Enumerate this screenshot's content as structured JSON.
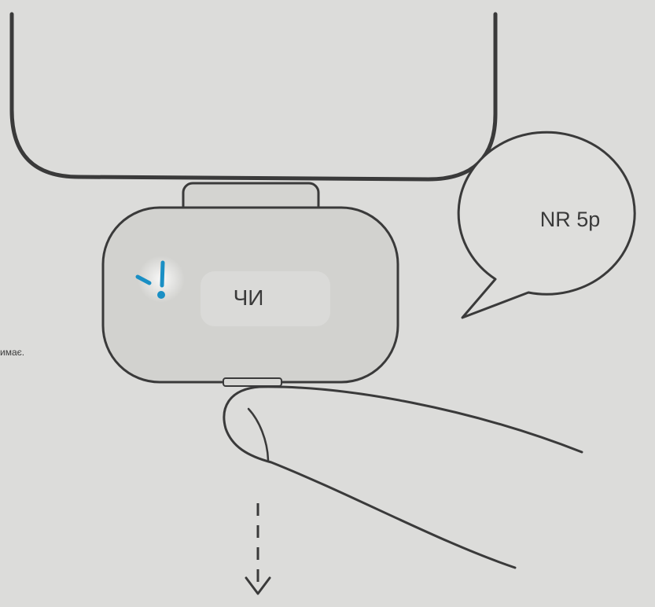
{
  "figure": {
    "module_label": "ЧИ",
    "bubble_text": "NR 5p",
    "edge_text": "имає.",
    "colors": {
      "background": "#dcdcda",
      "line": "#3a3a3a",
      "module_fill": "#d2d2cf",
      "bubble_fill": "#dededc",
      "indicator": "#1a8fc4"
    },
    "icons": {
      "indicator": "attention-indicator-icon",
      "arrow": "dashed-down-arrow-icon"
    }
  }
}
